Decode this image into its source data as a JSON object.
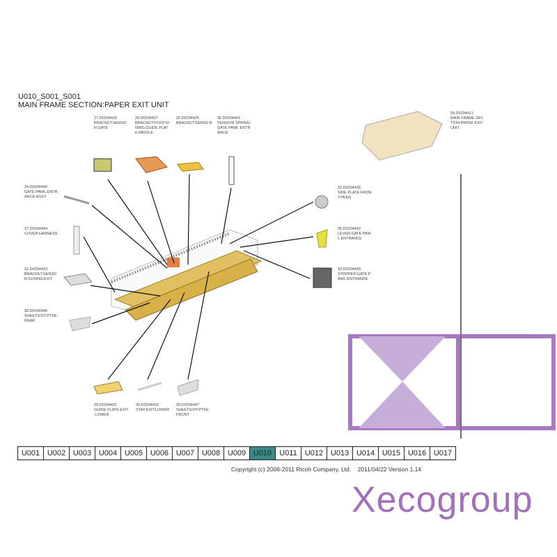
{
  "header": {
    "code": "U010_S001_S001",
    "title": "MAIN FRAME SECTION:PAPER EXIT UNIT"
  },
  "parts": [
    {
      "id": "27.D0294426",
      "name": "BRACKET:SENSO R:GATE"
    },
    {
      "id": "28.D0294427",
      "name": "BRACKET:POSITIO NING:GUIDE PLAT E:MIDDLE"
    },
    {
      "id": "26.D0294425",
      "name": "BRACKET:SENSO R"
    },
    {
      "id": "36.D0294443",
      "name": "TENSION SPRING: GATE PAWL:ENTR ANCE"
    },
    {
      "id": "34.D0294440",
      "name": "GATE PAWL:ENTR ANCE:ASSY"
    },
    {
      "id": "37.D0294444",
      "name": "COVER:HARNESS"
    },
    {
      "id": "31.D0294433",
      "name": "BRACKET:SENSO R:FUSING:EXIT"
    },
    {
      "id": "38.D0294446",
      "name": "SHEET:EXIT:PTFE: REAR"
    },
    {
      "id": "32.D0294436",
      "name": "SIDE PLATE:FRON T:PEEN"
    },
    {
      "id": "35.D0294442",
      "name": "LEVER:GATE PAW L:ENTRANCE"
    },
    {
      "id": "33.D0294439",
      "name": "STOPPER:GATE P AWL:ENTRANCE"
    },
    {
      "id": "29.D0294431",
      "name": "GUIDE PLATE:EXIT :LOWER"
    },
    {
      "id": "30.D0294432",
      "name": "STAY:EXIT:LOWER"
    },
    {
      "id": "39.D0294447",
      "name": "SHEET:EXIT:PTFE: FRONT"
    },
    {
      "id": "59.D0294411",
      "name": "MAIN FRAME SEC TION:PAPER EXIT UNIT"
    }
  ],
  "tabs": [
    "U001",
    "U002",
    "U003",
    "U004",
    "U005",
    "U006",
    "U007",
    "U008",
    "U009",
    "U010",
    "U011",
    "U012",
    "U013",
    "U014",
    "U015",
    "U016",
    "U017"
  ],
  "active_tab": "U010",
  "footer": {
    "copyright": "Copyright (c) 2006-2011 Ricoh Company, Ltd.",
    "version": "2011/04/22 Version 1.14"
  },
  "watermark": {
    "text": "Xecogroup",
    "color": "#9157b0"
  }
}
